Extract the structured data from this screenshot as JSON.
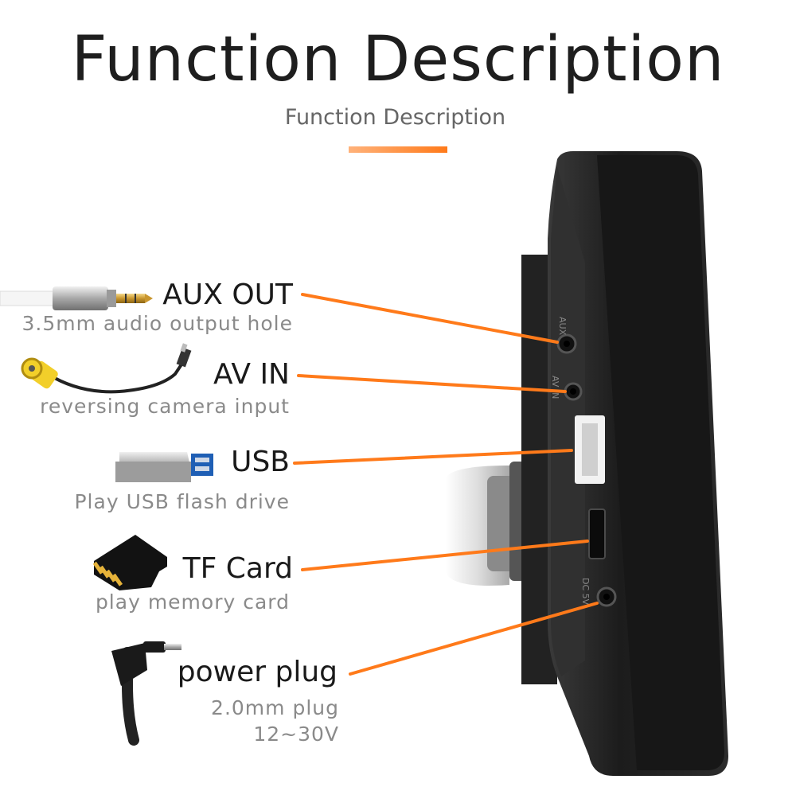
{
  "page": {
    "title": "Function Description",
    "subtitle": "Function Description",
    "accent_color": "#ff7a1a"
  },
  "features": [
    {
      "name": "AUX OUT",
      "description": "3.5mm audio output hole",
      "icon": "aux-cable-icon"
    },
    {
      "name": "AV IN",
      "description": "reversing camera input",
      "icon": "rca-cable-icon"
    },
    {
      "name": "USB",
      "description": "Play USB flash drive",
      "icon": "usb-drive-icon"
    },
    {
      "name": "TF Card",
      "description": "play memory card",
      "icon": "tf-card-icon"
    },
    {
      "name": "power plug",
      "description": "2.0mm plug",
      "description2": "12~30V",
      "icon": "power-plug-icon"
    }
  ],
  "device": {
    "port_labels": [
      "AUX",
      "AV IN",
      "DC 5V"
    ]
  }
}
